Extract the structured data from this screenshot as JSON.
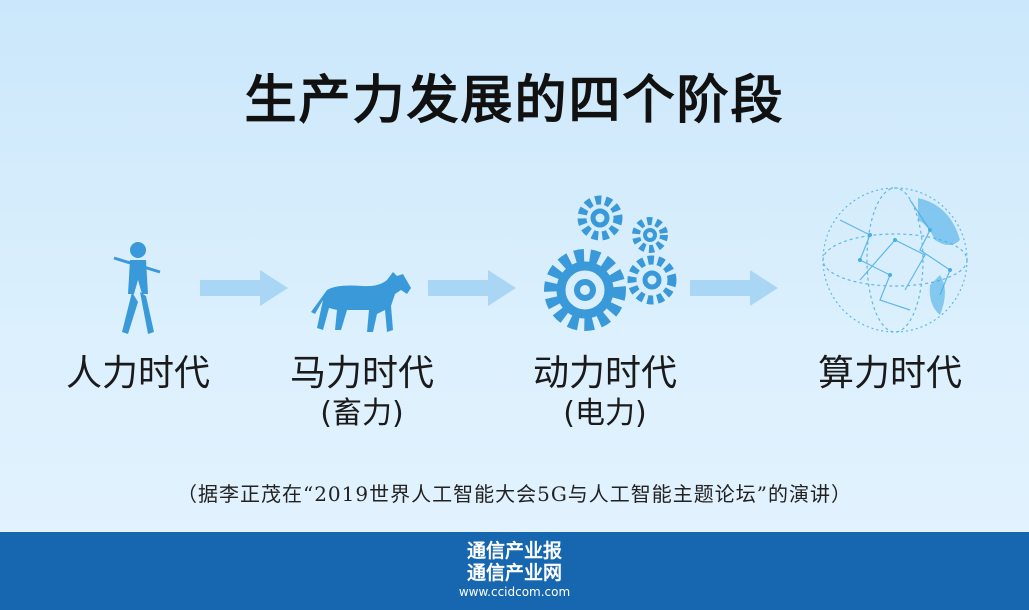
{
  "title": "生产力发展的四个阶段",
  "stages": [
    {
      "label": "人力时代",
      "sub": "",
      "icon": "walking-man-icon"
    },
    {
      "label": "马力时代",
      "sub": "(畜力)",
      "icon": "horse-icon"
    },
    {
      "label": "动力时代",
      "sub": "(电力)",
      "icon": "gears-icon"
    },
    {
      "label": "算力时代",
      "sub": "",
      "icon": "digital-globe-icon"
    }
  ],
  "note": "（据李正茂在“2019世界人工智能大会5G与人工智能主题论坛”的演讲）",
  "footer": {
    "brand1": "通信产业报",
    "brand2": "通信产业网",
    "url": "www.ccidcom.com"
  },
  "colors": {
    "accent": "#3a9ad9",
    "arrow": "#a9d6f5",
    "footer_bg": "#1767b0"
  }
}
